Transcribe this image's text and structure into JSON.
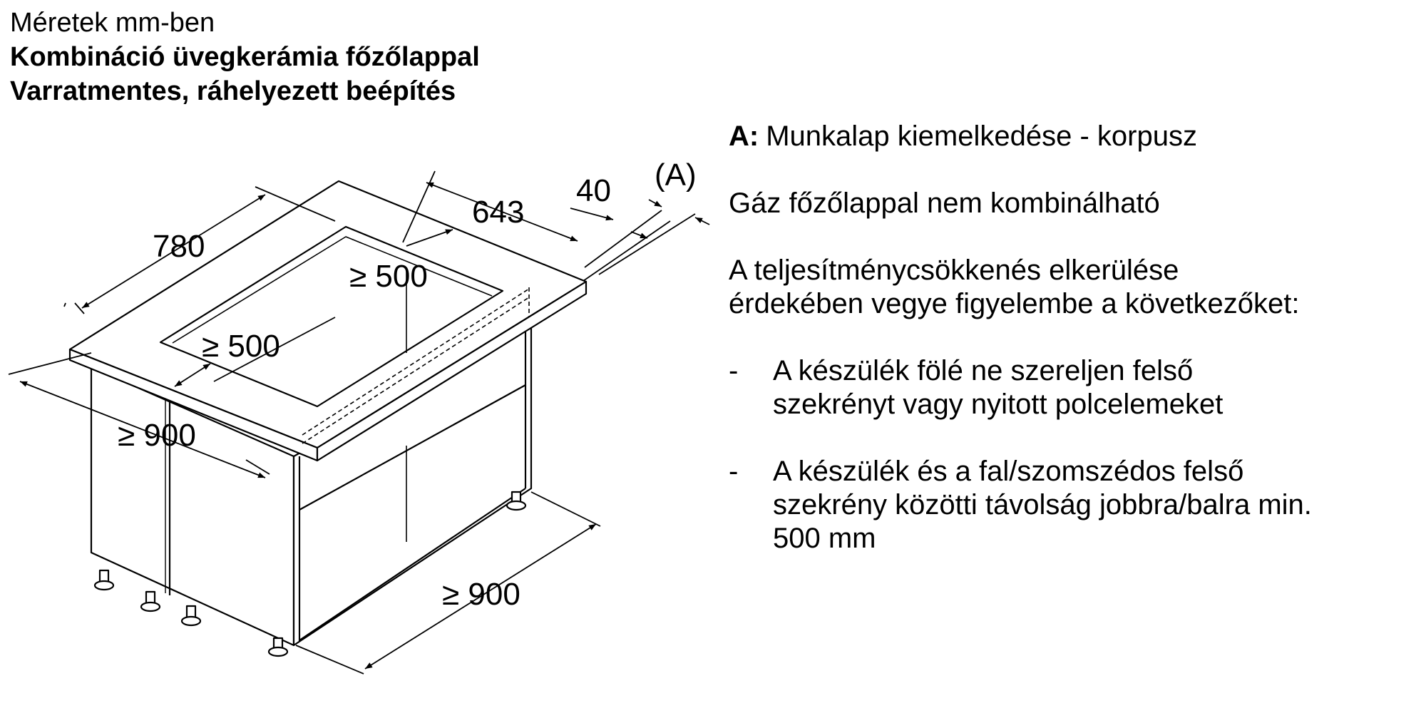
{
  "header": {
    "unit_note": "Méretek mm-ben",
    "title_line1": "Kombináció üvegkerámia főzőlappal",
    "title_line2": "Varratmentes, ráhelyezett beépítés"
  },
  "diagram": {
    "dim_780": "780",
    "dim_643": "643",
    "dim_40": "40",
    "dim_A": "(A)",
    "dim_cutout_depth": "≥ 500",
    "dim_cutout_width": "≥ 500",
    "dim_cabinet_width": "≥ 900",
    "dim_cabinet_depth": "≥ 900"
  },
  "notes": {
    "a_key": "A:",
    "a_text": "Munkalap kiemelkedése - korpusz",
    "gas_note": "Gáz főzőlappal nem kombinálható",
    "intro_line1": "A teljesítménycsökkenés elkerülése",
    "intro_line2": "érdekében vegye figyelembe a következőket:",
    "bullets": [
      {
        "dash": "-",
        "line1": "A készülék fölé ne szereljen felső",
        "line2": "szekrényt vagy nyitott polcelemeket",
        "line3": ""
      },
      {
        "dash": "-",
        "line1": "A készülék és a fal/szomszédos felső",
        "line2": "szekrény közötti távolság jobbra/balra min.",
        "line3": "500 mm"
      }
    ]
  }
}
